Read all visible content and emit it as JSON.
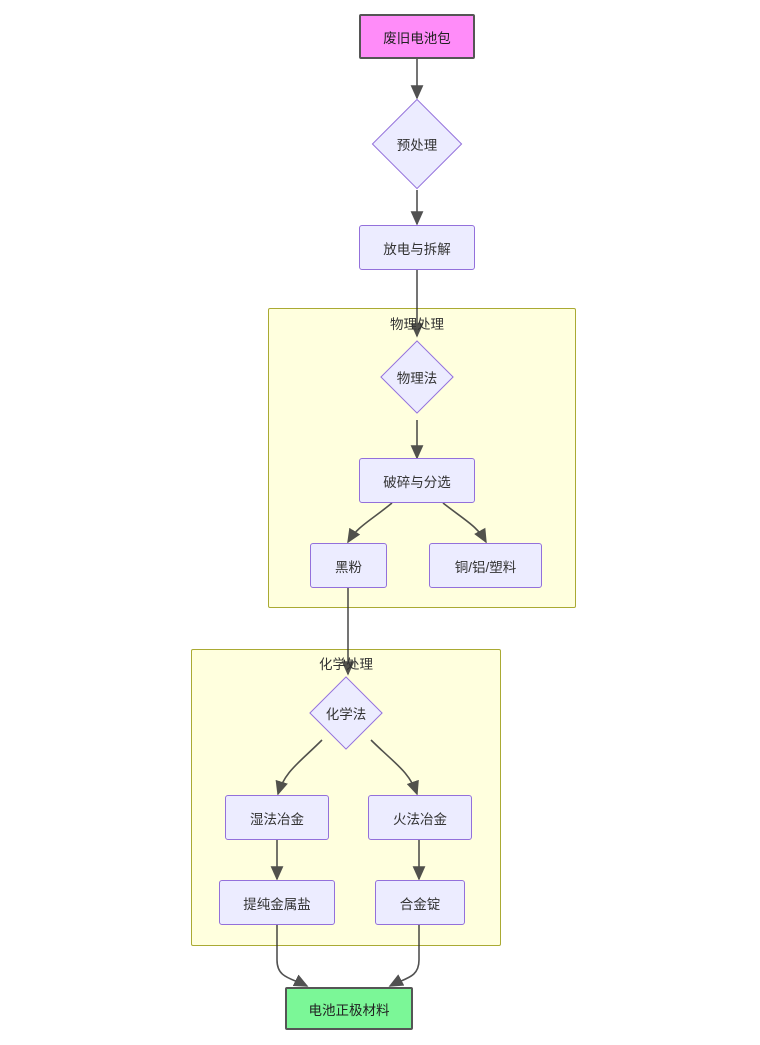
{
  "diagram": {
    "title": "",
    "type": "flowchart",
    "direction": "top-down",
    "colors": {
      "start_fill": "#ff8cf9",
      "start_stroke": "#555555",
      "end_fill": "#7bf797",
      "end_stroke": "#555555",
      "node_fill": "#ececff",
      "node_stroke": "#9370db",
      "subgraph_fill": "#ffffde",
      "subgraph_stroke": "#aaaa33",
      "edge_stroke": "#333333",
      "background": "#ffffff"
    },
    "nodes": {
      "start": {
        "label": "废旧电池包",
        "shape": "rect",
        "style": "start"
      },
      "pretreat": {
        "label": "预处理",
        "shape": "diamond",
        "style": "node"
      },
      "discharge": {
        "label": "放电与拆解",
        "shape": "rect",
        "style": "node"
      },
      "physical_method": {
        "label": "物理法",
        "shape": "diamond",
        "style": "node"
      },
      "crush_sort": {
        "label": "破碎与分选",
        "shape": "rect",
        "style": "node"
      },
      "black_powder": {
        "label": "黑粉",
        "shape": "rect",
        "style": "node"
      },
      "cu_al_plastic": {
        "label": "铜/铝/塑料",
        "shape": "rect",
        "style": "node"
      },
      "chemical_method": {
        "label": "化学法",
        "shape": "diamond",
        "style": "node"
      },
      "hydrometallurgy": {
        "label": "湿法冶金",
        "shape": "rect",
        "style": "node"
      },
      "pyrometallurgy": {
        "label": "火法冶金",
        "shape": "rect",
        "style": "node"
      },
      "purified_salt": {
        "label": "提纯金属盐",
        "shape": "rect",
        "style": "node"
      },
      "alloy_ingot": {
        "label": "合金锭",
        "shape": "rect",
        "style": "node"
      },
      "cathode_material": {
        "label": "电池正极材料",
        "shape": "rect",
        "style": "end"
      }
    },
    "subgraphs": [
      {
        "id": "physical",
        "title": "物理处理"
      },
      {
        "id": "chemical",
        "title": "化学处理"
      }
    ],
    "edges": [
      {
        "from": "start",
        "to": "pretreat"
      },
      {
        "from": "pretreat",
        "to": "discharge"
      },
      {
        "from": "discharge",
        "to": "physical_method"
      },
      {
        "from": "physical_method",
        "to": "crush_sort"
      },
      {
        "from": "crush_sort",
        "to": "black_powder"
      },
      {
        "from": "crush_sort",
        "to": "cu_al_plastic"
      },
      {
        "from": "black_powder",
        "to": "chemical_method"
      },
      {
        "from": "chemical_method",
        "to": "hydrometallurgy"
      },
      {
        "from": "chemical_method",
        "to": "pyrometallurgy"
      },
      {
        "from": "hydrometallurgy",
        "to": "purified_salt"
      },
      {
        "from": "pyrometallurgy",
        "to": "alloy_ingot"
      },
      {
        "from": "purified_salt",
        "to": "cathode_material"
      },
      {
        "from": "alloy_ingot",
        "to": "cathode_material"
      }
    ]
  }
}
